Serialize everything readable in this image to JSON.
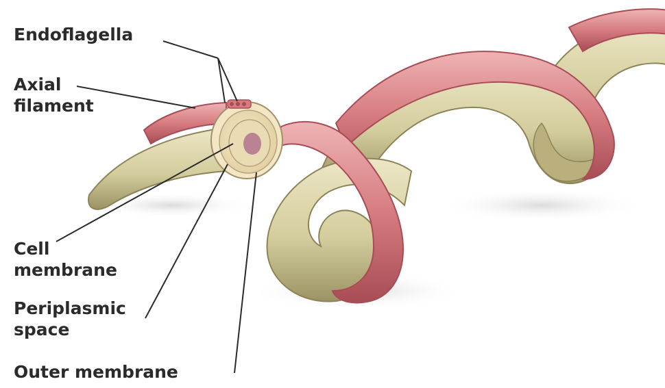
{
  "labels": {
    "endoflagella": "Endoflagella",
    "axial_filament": [
      "Axial",
      "filament"
    ],
    "cell_membrane": [
      "Cell",
      "membrane"
    ],
    "periplasmic_space": [
      "Periplasmic",
      "space"
    ],
    "outer_membrane": "Outer membrane"
  },
  "colors": {
    "body_fill": "#d8d1a4",
    "body_shade": "#8c8458",
    "body_highlight": "#ece6c6",
    "sheath_fill": "#d67c80",
    "sheath_shade": "#a84c55",
    "sheath_highlight": "#eeb3b4",
    "cytoplasm_pink": "#b57990",
    "label_text": "#2b2b2b",
    "leader_line": "#2b2b2b"
  }
}
